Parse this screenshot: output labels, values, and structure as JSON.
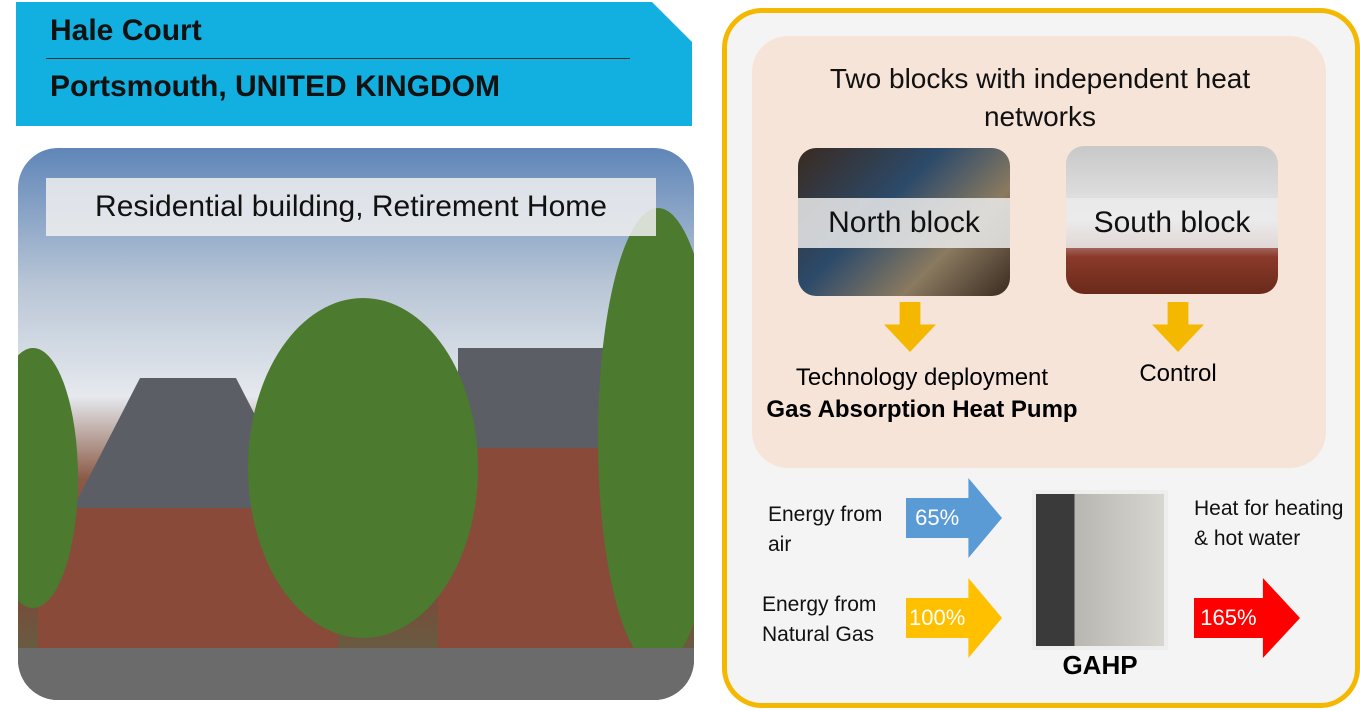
{
  "banner": {
    "title": "Hale Court",
    "location": "Portsmouth, UNITED KINGDOM"
  },
  "photo": {
    "caption": "Residential building, Retirement Home"
  },
  "networks": {
    "heading": "Two blocks with independent heat networks",
    "north": {
      "label": "North block",
      "outcome_line1": "Technology deployment",
      "outcome_line2": "Gas Absorption Heat Pump"
    },
    "south": {
      "label": "South block",
      "outcome": "Control"
    }
  },
  "energy": {
    "air_label": "Energy from air",
    "air_pct": "65%",
    "gas_label": "Energy from Natural Gas",
    "gas_pct": "100%",
    "out_label": "Heat for heating & hot water",
    "out_pct": "165%",
    "device": "GAHP"
  },
  "colors": {
    "banner": "#12b0e0",
    "frame": "#f5b800",
    "air": "#5b9bd5",
    "gas": "#ffc000",
    "heat": "#ff0000"
  }
}
